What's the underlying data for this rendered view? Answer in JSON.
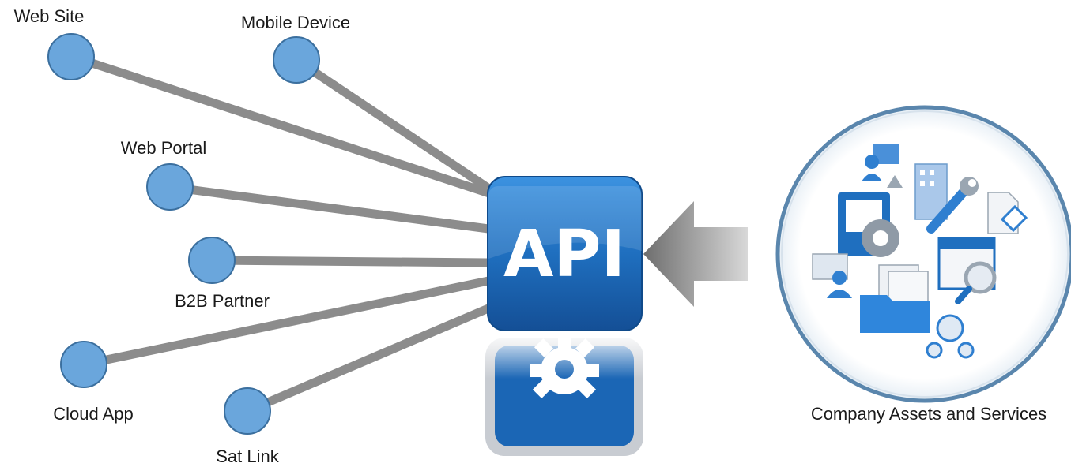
{
  "api_label": "API",
  "assets_label": "Company Assets and Services",
  "clients": [
    {
      "label": "Web Site",
      "icon": "circle-node"
    },
    {
      "label": "Mobile Device",
      "icon": "circle-node"
    },
    {
      "label": "Web Portal",
      "icon": "circle-node"
    },
    {
      "label": "B2B Partner",
      "icon": "circle-node"
    },
    {
      "label": "Cloud App",
      "icon": "circle-node"
    },
    {
      "label": "Sat Link",
      "icon": "circle-node"
    }
  ],
  "colors": {
    "node_fill": "#6aa6dc",
    "node_stroke": "#3b6f9e",
    "connector": "#8c8c8c",
    "api_blue": "#1f6fbf",
    "ring": "#5a86ad",
    "arrow": "#9a9a9a"
  },
  "asset_icons": [
    "users-icon",
    "building-icon",
    "wrench-icon",
    "document-tag-icon",
    "clipboard-gear-icon",
    "calendar-search-icon",
    "folder-files-icon",
    "gauge-icon",
    "people-chart-icon"
  ]
}
